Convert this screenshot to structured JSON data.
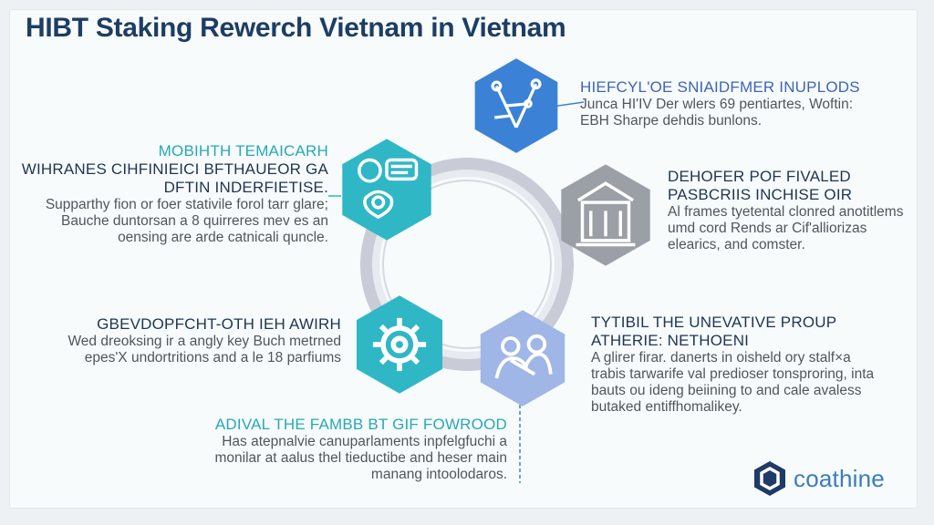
{
  "title": "HIBT Staking Rewerch Vietnam in Vietnam",
  "colors": {
    "teal": "#27a8b7",
    "navy": "#1f3552",
    "blue": "#3d64b8",
    "hex_blue": "#3b82d6",
    "hex_gray": "#9aa0a6",
    "hex_teal": "#2fb7c6",
    "hex_light": "#9fb6e6"
  },
  "blocks": {
    "top_right": {
      "heading": "HIEFCYL'OE SNIAIDFMER INUPLODS",
      "lines": [
        "Junca HI'IV Der wlers 69 pentiartes, Woftin:",
        "EBH Sharpe dehdis bunlons."
      ]
    },
    "mid_left": {
      "heading1": "MOBIHTH TEMAICARH",
      "heading2": "WIHRANES CIHFINIEICI BFTHAUEOR GA",
      "heading3": "DFTIN INDERFIETISE.",
      "lines": [
        "Supparthy fion or foer stativile forol tarr glare;",
        "Bauche duntorsan a 8 quirreres mev es an",
        "oensing are arde catnicali quncle."
      ]
    },
    "mid_right": {
      "heading1": "DEHOFER POF FIVALED",
      "heading2": "PASBCRIIS INCHISE OIR",
      "lines": [
        "Al frames tyetental clonred anotitlems",
        "umd cord Rends ar Cif'alliorizas",
        "elearics, and comster."
      ]
    },
    "lower_left": {
      "heading": "GBEVDOPFCHT-OTH IEH AWIRH",
      "lines": [
        "Wed dreoksing ir a angly key Buch metrned",
        "epes'X undortritions and a le 18 parfiums"
      ]
    },
    "lower_right": {
      "heading1": "TYTIBIL THE UNEVATIVE PROUP",
      "heading2": "ATHERIE: NETHOENI",
      "lines": [
        "A glirer firar. danerts in oisheld ory stalf×a",
        "trabis tarwarife val predioser tonsproring, inta",
        "bauts ou ideng beiining to and cale avaless",
        "butaked entiffhomalikey."
      ]
    },
    "bottom": {
      "heading": "ADIVAL THE FAMBB BT GIF FOWROOD",
      "lines": [
        "Has atepnalvie canuparlaments inpfelgfuchi a",
        "monilar at aalus thel tieductibe and heser main",
        "manang intoolodaros."
      ]
    }
  },
  "hex_icons": {
    "top": "network-tree-icon",
    "upper_left": "chat-dashboard-icon",
    "right": "building-chart-icon",
    "lower_left": "gear-icon",
    "lower_right": "people-group-icon"
  },
  "logo": {
    "text": "coathine",
    "icon": "hexagon-logo-icon"
  }
}
